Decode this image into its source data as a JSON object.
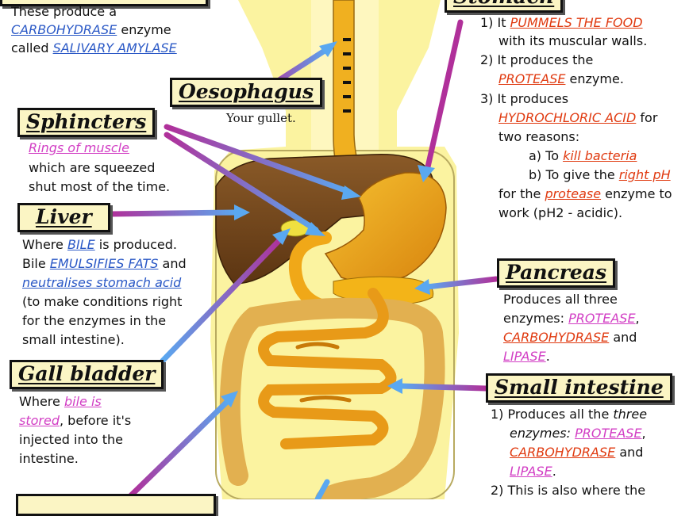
{
  "labels": {
    "oesophagus": "Oesophagus",
    "sphincters": "Sphincters",
    "liver": "Liver",
    "gall_bladder": "Gall bladder",
    "pancreas": "Pancreas",
    "small_intestine": "Small intestine",
    "stomach": "Stomach"
  },
  "salivary": {
    "l1": "These produce a",
    "l2_term": "CARBOHYDRASE",
    "l2_rest": " enzyme",
    "l3_pre": "called ",
    "l3_term": "SALIVARY AMYLASE"
  },
  "oesophagus_desc": "Your gullet.",
  "sphincters_desc": {
    "l1_term": "Rings of muscle",
    "l2": "which are squeezed",
    "l3": "shut most of the time."
  },
  "liver_desc": {
    "l1_pre": "Where ",
    "l1_term": "BILE",
    "l1_post": " is produced.",
    "l2_pre": "Bile ",
    "l2_term": "EMULSIFIES FATS",
    "l2_post": " and",
    "l3_term": "neutralises stomach acid",
    "l4": "(to make conditions right",
    "l5": "for the enzymes in the",
    "l6": "small intestine)."
  },
  "gall_desc": {
    "l1_pre": "Where ",
    "l1_term": "bile is",
    "l2_term": "stored",
    "l2_post": ", before it's",
    "l3": "injected into the",
    "l4": "intestine."
  },
  "stomach_desc": {
    "l1_pre": "1) It ",
    "l1_term": "PUMMELS THE FOOD",
    "l2": "with its muscular walls.",
    "l3": "2) It produces the",
    "l4_term": "PROTEASE",
    "l4_post": " enzyme.",
    "l5": "3) It produces",
    "l6_term": "HYDROCHLORIC ACID",
    "l6_post": " for",
    "l7": "two reasons:",
    "l8_pre": "a) To ",
    "l8_term": "kill bacteria",
    "l9_pre": "b) To give the ",
    "l9_term": "right pH",
    "l10_pre": "for the ",
    "l10_term": "protease",
    "l10_post": " enzyme to",
    "l11": "work (pH2 - acidic)."
  },
  "pancreas_desc": {
    "l1": "Produces all three",
    "l2_pre": "enzymes: ",
    "l2_term": "PROTEASE",
    "l2_post": ",",
    "l3_term": "CARBOHYDRASE",
    "l3_post": "  and",
    "l4_term": "LIPASE",
    "l4_post": "."
  },
  "small_desc": {
    "l1_pre": "1) Produces all the ",
    "l1_it": "three",
    "l2_it": "enzymes: ",
    "l2_term": "PROTEASE",
    "l2_post": ",",
    "l3_term": "CARBOHYDRASE",
    "l3_post": " and",
    "l4_term": "LIPASE",
    "l4_post": ".",
    "l5": "2) This is also where the"
  },
  "colors": {
    "background": "#ffffff",
    "body_fill": "#fbf3a0",
    "label_fill": "#fbf5c4",
    "liver": "#7a4a1e",
    "stomach": "#f0a818",
    "intestine": "#e8a020",
    "large_intestine": "#e2b050",
    "arrow_blue": "#5aa8f0",
    "arrow_magenta": "#b0309a",
    "text_blue": "#2b59c6",
    "text_red": "#e03a10",
    "text_pink": "#d23ec4"
  }
}
